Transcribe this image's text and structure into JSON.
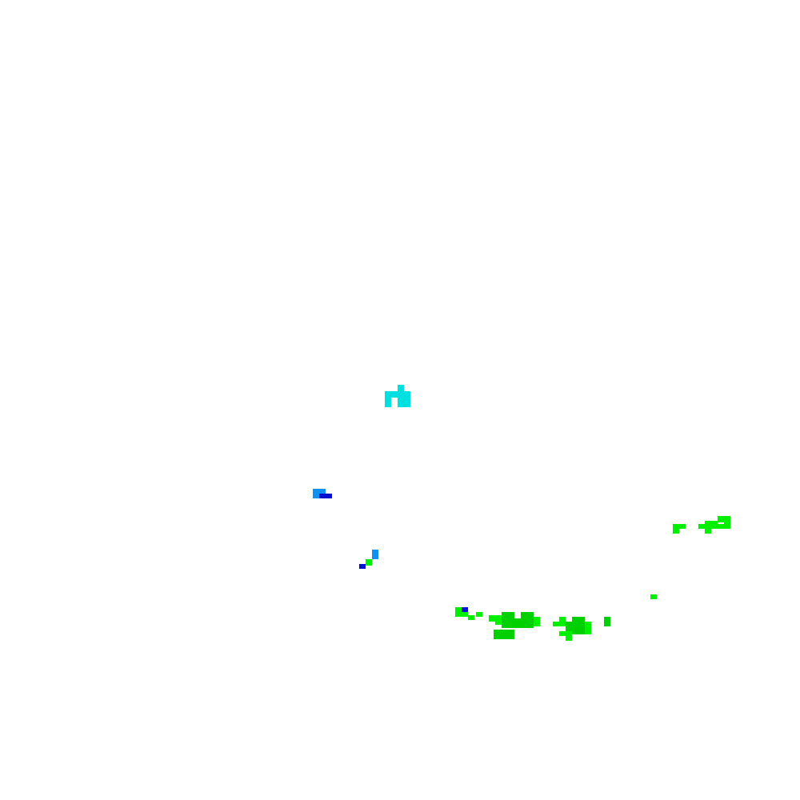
{
  "background_color": "#ffffff",
  "palette": {
    "cyan": "#00e0e0",
    "sky": "#1090f0",
    "blue": "#0010d0",
    "bright_green": "#00f000",
    "mid_green": "#00d000",
    "dark_green": "#00c000"
  },
  "clusters": [
    {
      "name": "cyan-cluster",
      "color": "cyan"
    },
    {
      "name": "blue-cluster-upper",
      "color": "sky"
    },
    {
      "name": "blue-green-cluster",
      "color": "sky"
    },
    {
      "name": "green-cluster-bottom",
      "color": "mid_green"
    },
    {
      "name": "green-cluster-right",
      "color": "bright_green"
    },
    {
      "name": "green-speck",
      "color": "bright_green"
    }
  ]
}
